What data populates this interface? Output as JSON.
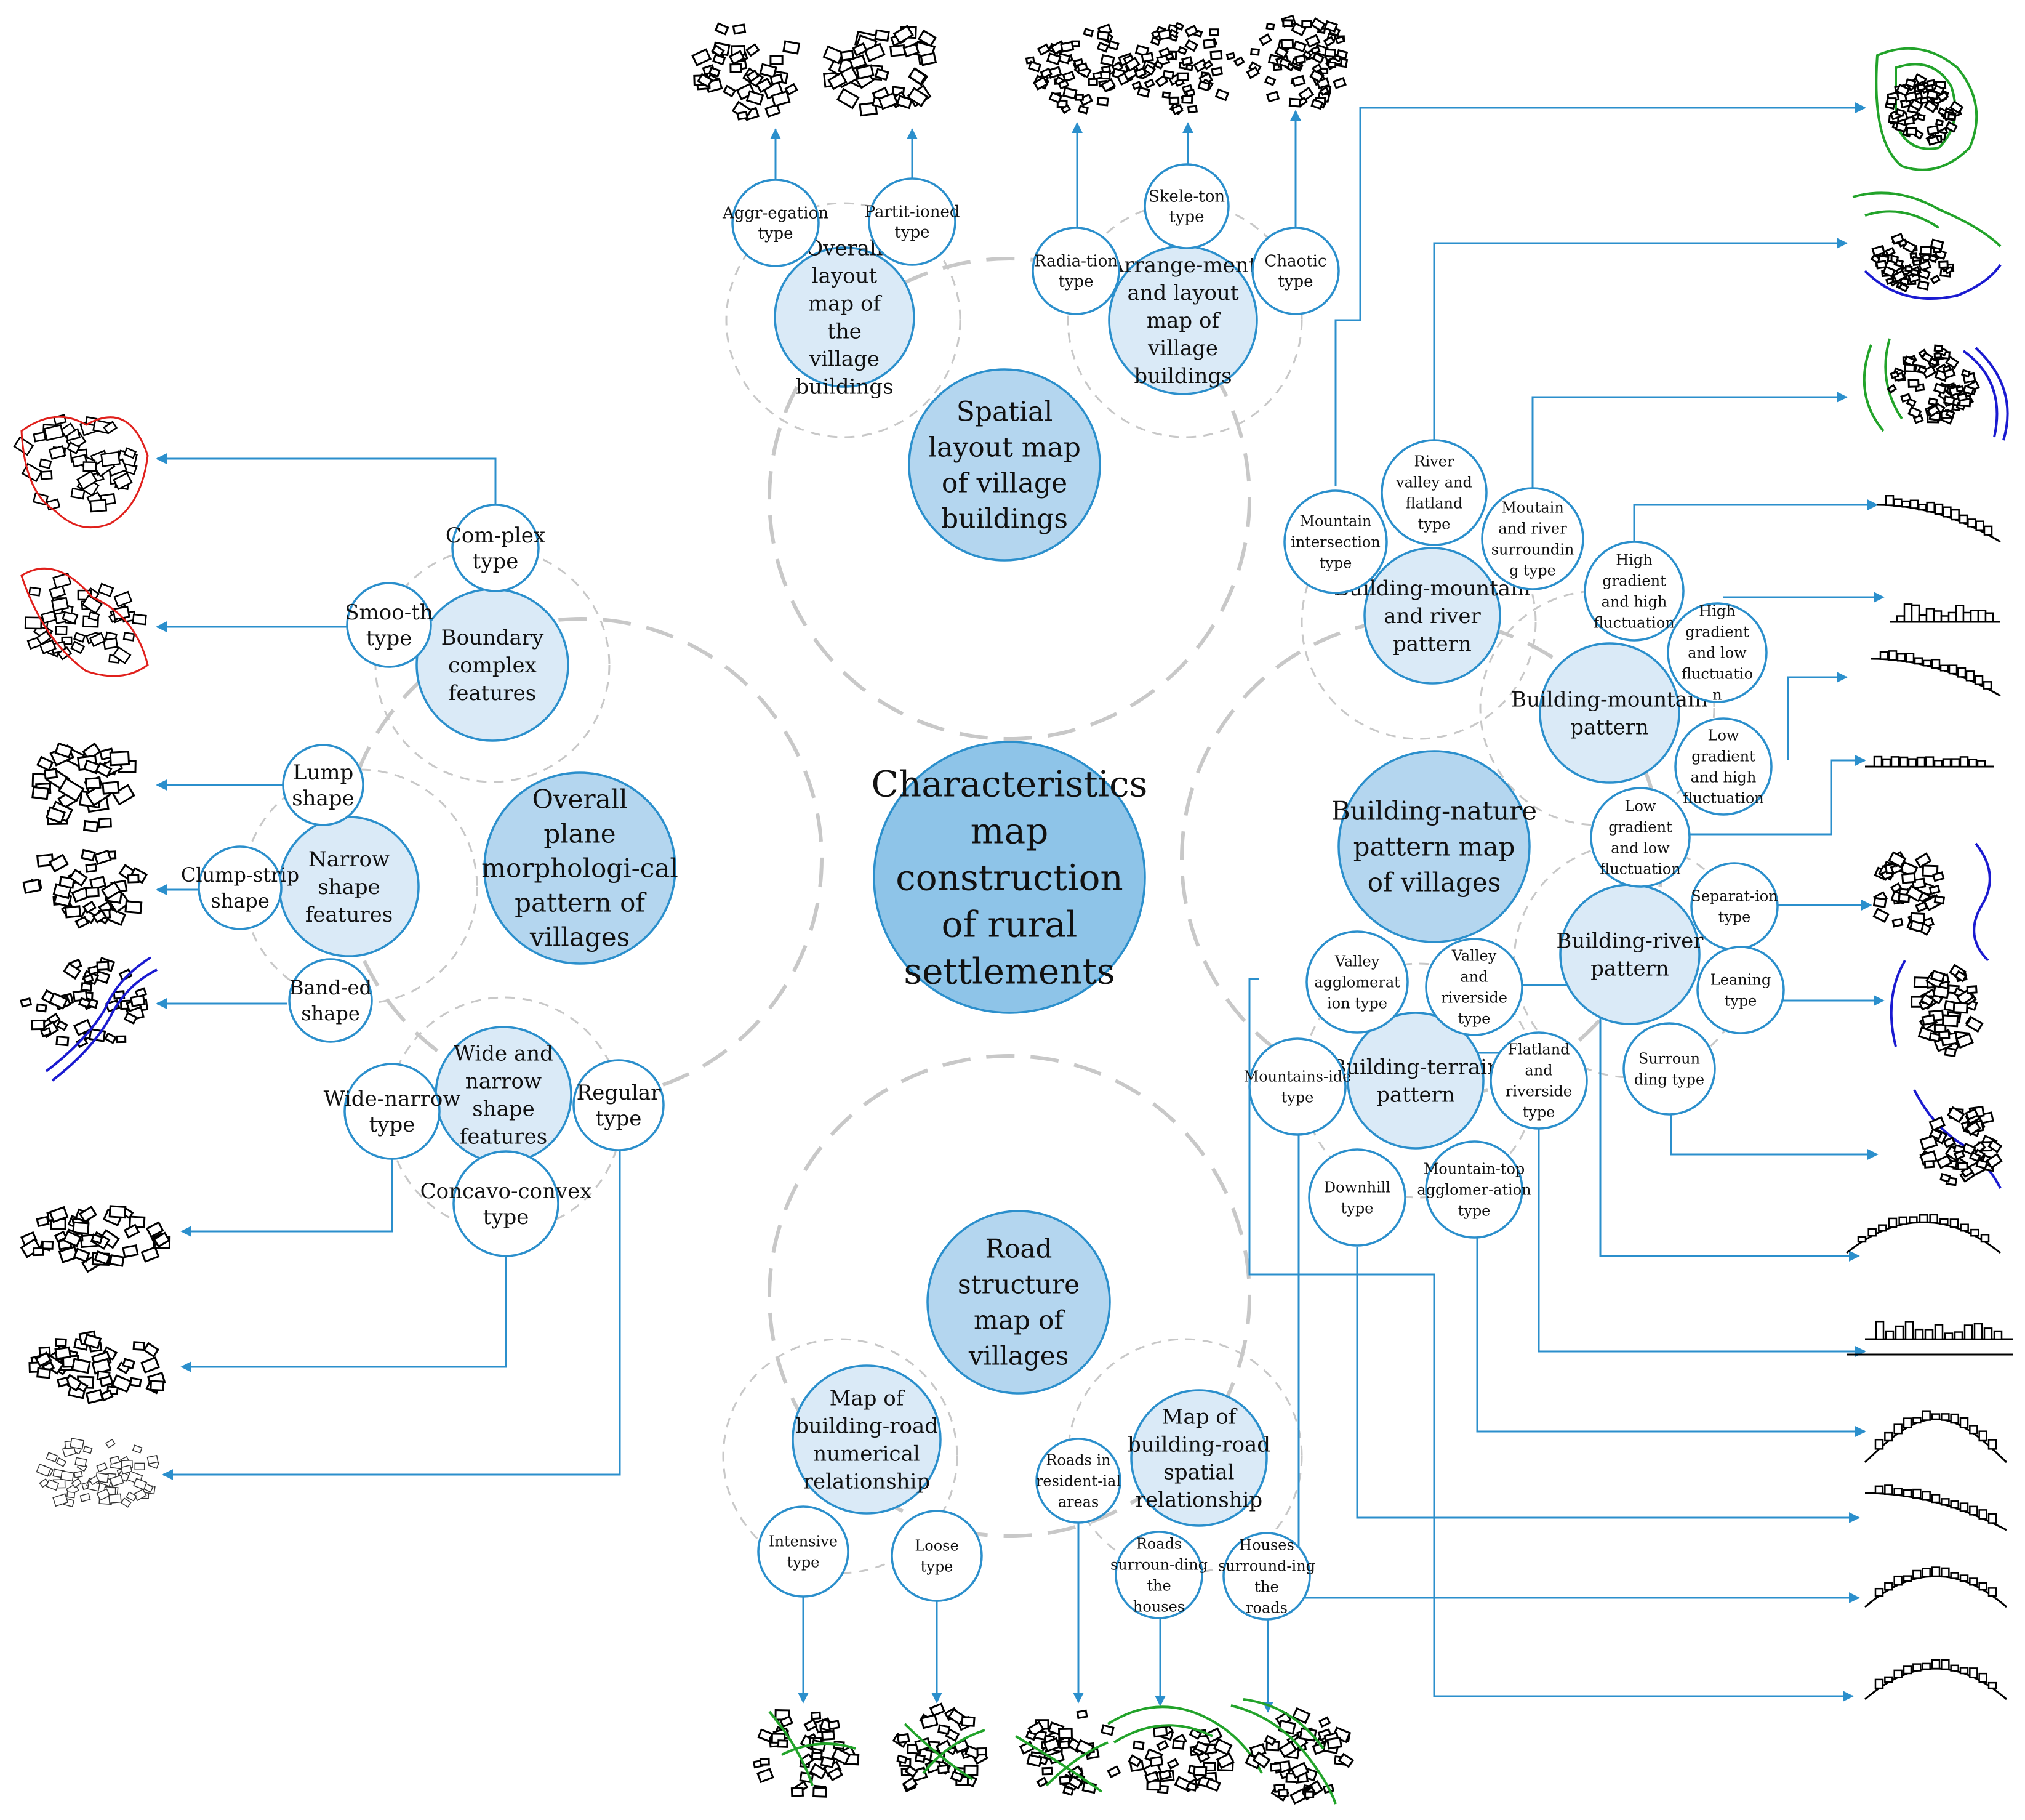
{
  "colors": {
    "center_fill": "#8ec4e8",
    "primary_fill": "#b4d6ef",
    "secondary_fill": "#daeaf7",
    "leaf_fill": "#ffffff",
    "outline": "#2b8fcc",
    "connector": "#2b8fcc",
    "dashed": "#c8c8c8",
    "boundary_red": "#e0201c",
    "river_blue": "#1a1ad0",
    "contour_green": "#22a32a"
  },
  "center": {
    "label": "Characteristics map construction of rural settlements"
  },
  "primaries": {
    "spatial_layout": {
      "label": "Spatial layout map of village buildings"
    },
    "plane_morphology": {
      "label": "Overall plane morphologi-cal pattern of villages"
    },
    "building_nature": {
      "label": "Building-nature pattern map of villages"
    },
    "road_structure": {
      "label": "Road structure map of villages"
    }
  },
  "secondaries": {
    "overall_layout": {
      "label": "Overall layout map of the village buildings"
    },
    "arrangement_layout": {
      "label": "Arrange-ment and layout map of village buildings"
    },
    "boundary_complex": {
      "label": "Boundary complex features"
    },
    "narrow_shape": {
      "label": "Narrow shape features"
    },
    "wide_narrow": {
      "label": "Wide and narrow shape features"
    },
    "mountain_river": {
      "label": "Building-mountain and river pattern"
    },
    "building_mountain": {
      "label": "Building-mountain pattern"
    },
    "building_river": {
      "label": "Building-river pattern"
    },
    "building_terrain": {
      "label": "Building-terrain pattern"
    },
    "road_numerical": {
      "label": "Map of building-road numerical relationship"
    },
    "road_spatial": {
      "label": "Map of building-road spatial relationship"
    }
  },
  "leaves": {
    "aggregation": {
      "label": "Aggr-egation type"
    },
    "partitioned": {
      "label": "Partit-ioned type"
    },
    "radiation": {
      "label": "Radia-tion type"
    },
    "skeleton": {
      "label": "Skele-ton type"
    },
    "chaotic": {
      "label": "Chaotic type"
    },
    "complex": {
      "label": "Com-plex type"
    },
    "smooth": {
      "label": "Smoo-th type"
    },
    "lump": {
      "label": "Lump shape"
    },
    "clump_strip": {
      "label": "Clump-strip shape"
    },
    "banded": {
      "label": "Band-ed shape"
    },
    "wide_narrow_type": {
      "label": "Wide-narrow type"
    },
    "concavo_convex": {
      "label": "Concavo-convex type"
    },
    "regular": {
      "label": "Regular type"
    },
    "mountain_intersection": {
      "label": "Mountain intersection type"
    },
    "river_valley_flatland": {
      "label": "River valley and flatland type"
    },
    "mountain_river_surrounding": {
      "label": "Moutain and river surroundin g type"
    },
    "high_high": {
      "label": "High gradient and high fluctuation"
    },
    "high_low": {
      "label": "High gradient and low fluctuatio n"
    },
    "low_high": {
      "label": "Low gradient and high fluctuation"
    },
    "low_low": {
      "label": "Low gradient and low fluctuation"
    },
    "separation": {
      "label": "Separat-ion type"
    },
    "leaning": {
      "label": "Leaning type"
    },
    "surrounding": {
      "label": "Surroun ding type"
    },
    "valley_agglomeration": {
      "label": "Valley agglomerat ion type"
    },
    "valley_riverside": {
      "label": "Valley and riverside type"
    },
    "mountainside": {
      "label": "Mountains-ide type"
    },
    "flatland_riverside": {
      "label": "Flatland and riverside type"
    },
    "downhill": {
      "label": "Downhill type"
    },
    "mountaintop": {
      "label": "Mountain-top agglomer-ation type"
    },
    "intensive": {
      "label": "Intensive type"
    },
    "loose": {
      "label": "Loose type"
    },
    "roads_residential": {
      "label": "Roads in resident-ial areas"
    },
    "roads_surrounding_houses": {
      "label": "Roads surroun-ding the houses"
    },
    "houses_surrounding_roads": {
      "label": "Houses surround-ing the roads"
    }
  }
}
